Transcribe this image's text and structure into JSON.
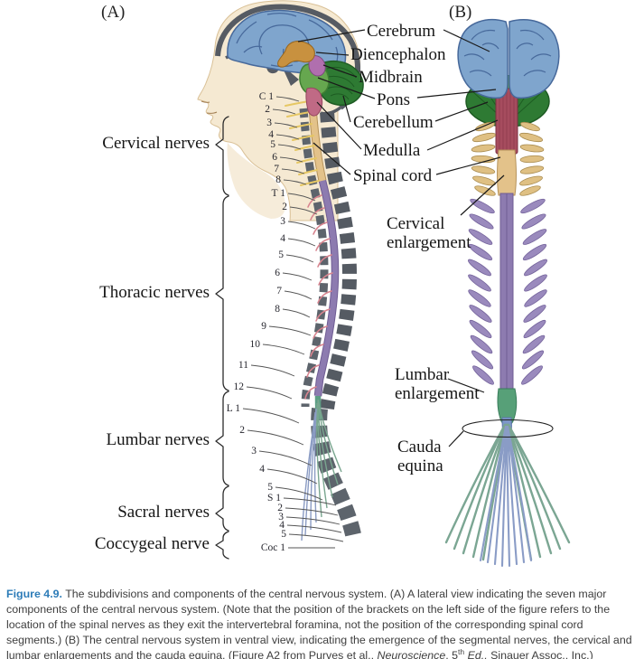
{
  "panels": {
    "a": "(A)",
    "b": "(B)"
  },
  "anatomy_labels": {
    "cerebrum": "Cerebrum",
    "diencephalon": "Diencephalon",
    "midbrain": "Midbrain",
    "pons": "Pons",
    "cerebellum": "Cerebellum",
    "medulla": "Medulla",
    "spinal_cord": "Spinal cord",
    "cervical_enlargement": "Cervical enlargement",
    "lumbar_enlargement": "Lumbar enlargement",
    "cauda_equina": "Cauda equina"
  },
  "nerve_groups": {
    "cervical": "Cervical nerves",
    "thoracic": "Thoracic nerves",
    "lumbar": "Lumbar nerves",
    "sacral": "Sacral nerves",
    "coccygeal": "Coccygeal nerve"
  },
  "vertebra_labels": {
    "cervical": [
      "C 1",
      "2",
      "3",
      "4",
      "5",
      "6",
      "7",
      "8"
    ],
    "thoracic": [
      "T 1",
      "2",
      "3",
      "4",
      "5",
      "6",
      "7",
      "8",
      "9",
      "10",
      "11",
      "12"
    ],
    "lumbar": [
      "L 1",
      "2",
      "3",
      "4",
      "5"
    ],
    "sacral": [
      "S 1",
      "2",
      "3",
      "4",
      "5"
    ],
    "coccygeal": [
      "Coc 1"
    ]
  },
  "caption": {
    "segments": [
      {
        "style": "lead",
        "text": "Figure 4.9."
      },
      {
        "style": "normal",
        "text": " The subdivisions and components of the central nervous system. (A) A lateral view indicating the seven major components of the central nervous system. (Note that the position of the brackets on the left side of the figure refers to the location of the spinal nerves as they exit the intervertebral foramina, not the position of the corresponding spinal cord segments.) (B) The central nervous system in ventral view, indicating the emergence of the segmental nerves, the cervical and lumbar enlargements and the cauda equina. (Figure A2 from Purves et al., "
      },
      {
        "style": "italic",
        "text": "Neuroscience"
      },
      {
        "style": "normal",
        "text": ", 5"
      },
      {
        "style": "sup",
        "text": "th"
      },
      {
        "style": "normal",
        "text": " "
      },
      {
        "style": "italic",
        "text": "Ed.,"
      },
      {
        "style": "normal",
        "text": " Sinauer Assoc., Inc.)"
      }
    ]
  },
  "colors": {
    "cerebrum_blue": "#7fa5cd",
    "cerebellum_green": "#2e7a33",
    "pons_green": "#66a74f",
    "diencephalon_orange": "#c8913f",
    "midbrain_purple": "#b06fae",
    "medulla_pink": "#b5607a",
    "brainstem_red": "#a64c5e",
    "cord_cervical_tan": "#e3c28a",
    "cord_thoracic_purple": "#8d7bb0",
    "lumbar_enlargement_green": "#57a078",
    "conus_blue": "#7d97c9",
    "cauda_green": "#7ba693",
    "cauda_blue": "#8a9cc6",
    "vertebra_gray": "#5d646c",
    "skin": "#f5e9d2",
    "caption_accent": "#2d7cb8",
    "caption_text": "#3e3e3e"
  }
}
